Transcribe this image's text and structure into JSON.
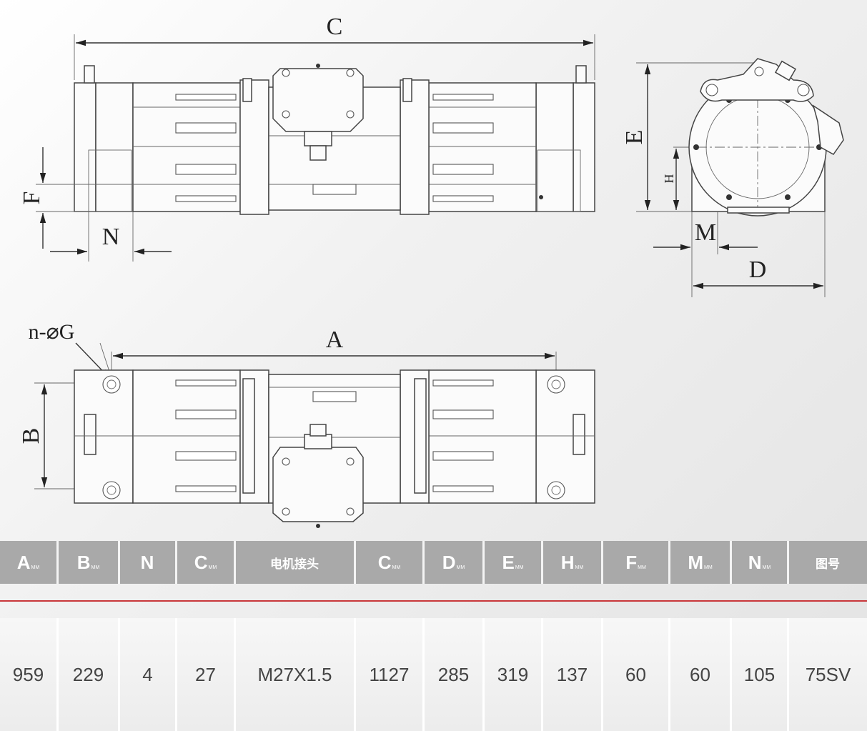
{
  "labels": {
    "C": "C",
    "E": "E",
    "F": "F",
    "N": "N",
    "H": "H",
    "M": "M",
    "D": "D",
    "nG": "n-⌀G",
    "A": "A",
    "B": "B"
  },
  "table": {
    "headers": [
      {
        "main": "A",
        "unit": "MM"
      },
      {
        "main": "B",
        "unit": "MM"
      },
      {
        "main": "N",
        "unit": ""
      },
      {
        "main": "C",
        "unit": "MM"
      },
      {
        "main": "电机接头",
        "unit": ""
      },
      {
        "main": "C",
        "unit": "MM"
      },
      {
        "main": "D",
        "unit": "MM"
      },
      {
        "main": "E",
        "unit": "MM"
      },
      {
        "main": "H",
        "unit": "MM"
      },
      {
        "main": "F",
        "unit": "MM"
      },
      {
        "main": "M",
        "unit": "MM"
      },
      {
        "main": "N",
        "unit": "MM"
      },
      {
        "main": "图号",
        "unit": ""
      }
    ],
    "values": [
      "959",
      "229",
      "4",
      "27",
      "M27X1.5",
      "1127",
      "285",
      "319",
      "137",
      "60",
      "60",
      "105",
      "75SV"
    ]
  },
  "colors": {
    "header_bg": "#a9a9a9",
    "accent_line": "#c9373a"
  }
}
